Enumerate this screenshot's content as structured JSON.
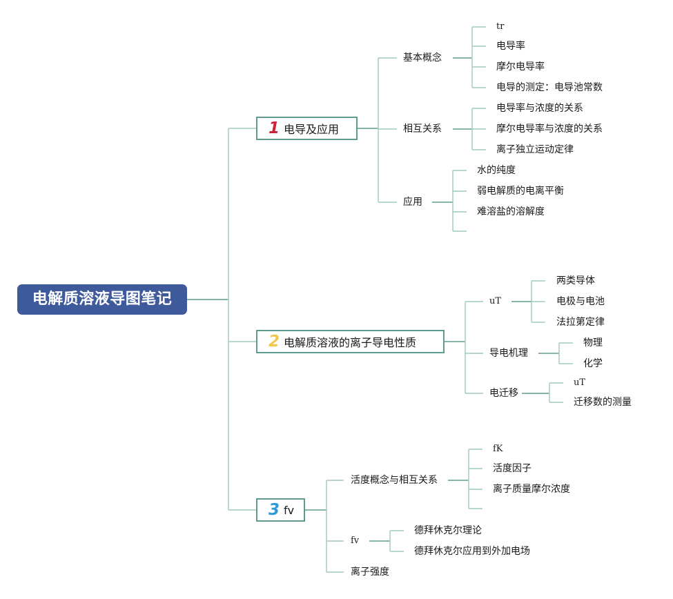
{
  "root": {
    "label": "电解质溶液导图笔记"
  },
  "branches": [
    {
      "num": "1",
      "num_color": "#d0213b",
      "label": "电导及应用",
      "children": [
        {
          "label": "基本概念",
          "children": [
            "tr",
            "电导率",
            "摩尔电导率",
            "电导的测定：电导池常数"
          ]
        },
        {
          "label": "相互关系",
          "children": [
            "电导率与浓度的关系",
            "摩尔电导率与浓度的关系",
            "离子独立运动定律"
          ]
        },
        {
          "label": "应用",
          "children": [
            "水的纯度",
            "弱电解质的电离平衡",
            "难溶盐的溶解度",
            ""
          ]
        }
      ]
    },
    {
      "num": "2",
      "num_color": "#f2c94c",
      "label": "电解质溶液的离子导电性质",
      "children": [
        {
          "label": "uT",
          "children": [
            "两类导体",
            "电极与电池",
            "法拉第定律"
          ]
        },
        {
          "label": "导电机理",
          "children": [
            "物理",
            "化学"
          ]
        },
        {
          "label": "电迁移",
          "children": [
            "uT",
            "迁移数的测量"
          ]
        }
      ]
    },
    {
      "num": "3",
      "num_color": "#2d9ad8",
      "label": "fv",
      "children": [
        {
          "label": "活度概念与相互关系",
          "children": [
            "fK",
            "活度因子",
            "离子质量摩尔浓度",
            ""
          ]
        },
        {
          "label": "fv",
          "children": [
            "德拜休克尔理论",
            "德拜休克尔应用到外加电场"
          ]
        },
        {
          "label": "离子强度",
          "children": []
        }
      ]
    }
  ],
  "colors": {
    "root_bg": "#3f5a9b",
    "main_line": "#5e9b8f",
    "sub_line": "#9fc8bf",
    "l1_border": "#5e9b8f"
  }
}
